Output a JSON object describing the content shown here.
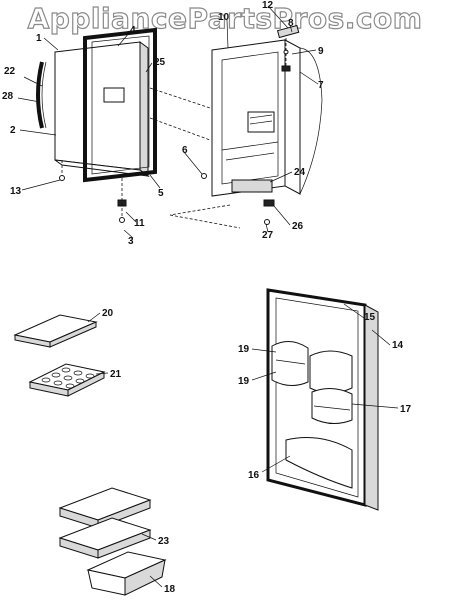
{
  "watermark": "AppliancePartsPros.com",
  "callouts": [
    "1",
    "2",
    "3",
    "4",
    "5",
    "6",
    "7",
    "8",
    "9",
    "10",
    "11",
    "12",
    "13",
    "14",
    "15",
    "16",
    "17",
    "18",
    "19",
    "19",
    "20",
    "21",
    "22",
    "23",
    "24",
    "25",
    "26",
    "27",
    "28"
  ]
}
